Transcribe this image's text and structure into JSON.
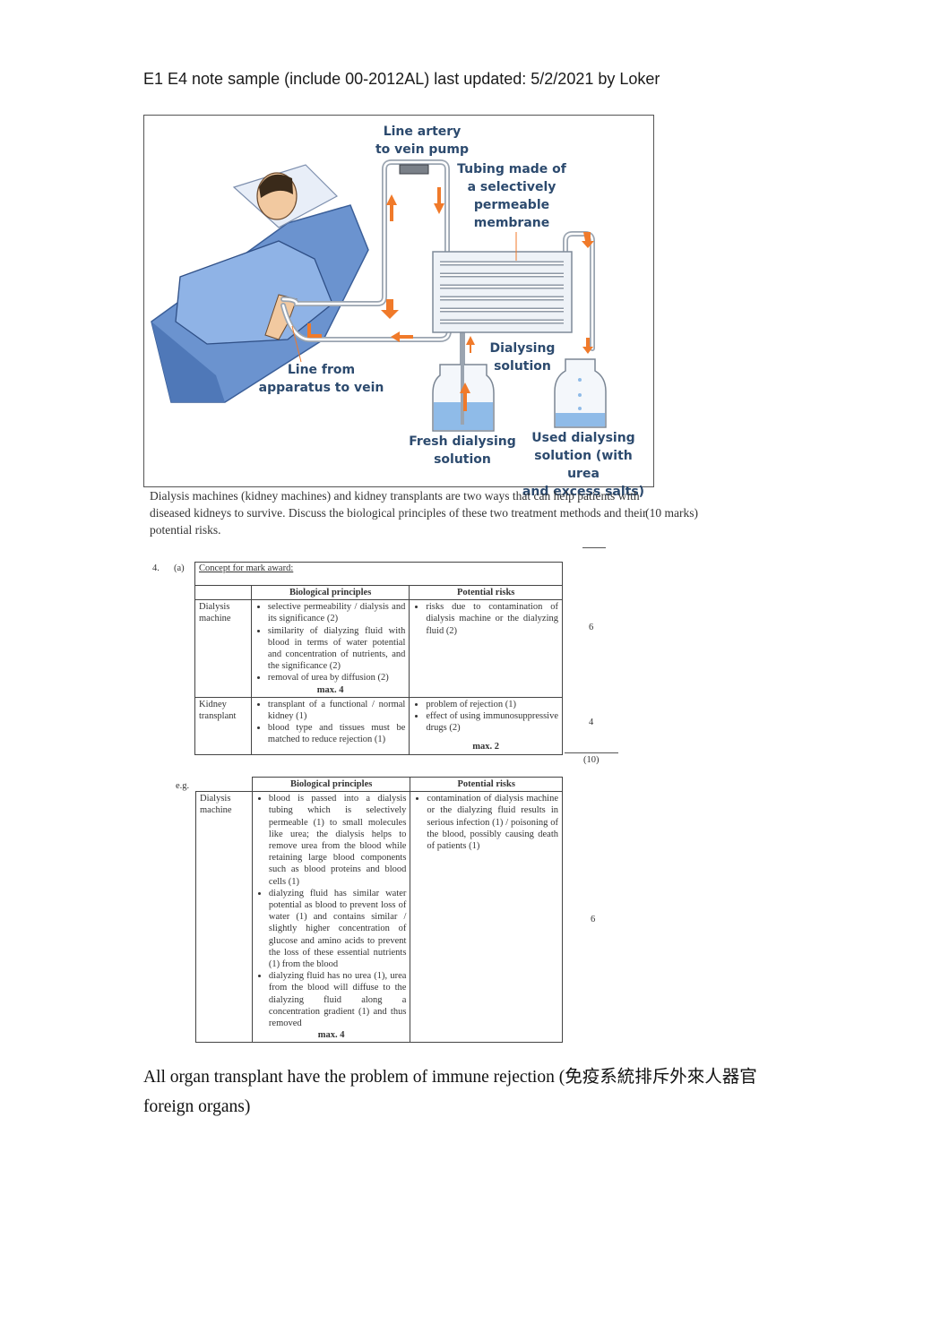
{
  "header": "E1 E4 note sample (include 00-2012AL) last updated: 5/2/2021 by Loker",
  "figure": {
    "labels": {
      "line_artery": "Line artery\nto vein pump",
      "tubing": "Tubing made of\na selectively\npermeable\nmembrane",
      "dialysing_solution": "Dialysing\nsolution",
      "line_from": "Line from\napparatus to vein",
      "fresh": "Fresh dialysing\nsolution",
      "used": "Used dialysing\nsolution (with urea\nand excess salts)"
    },
    "colors": {
      "arrow": "#f07a2a",
      "label": "#2c4a6e",
      "bed": "#6b93cf",
      "fluid": "#8fbbe8"
    }
  },
  "question": {
    "text": "Dialysis machines (kidney machines) and kidney transplants are two ways that can help patients with diseased kidneys to survive.  Discuss the biological principles of these two treatment methods and their potential risks.",
    "marks": "(10 marks)"
  },
  "answer_a": {
    "qnum": "4.",
    "part": "(a)",
    "concept": "Concept for mark award:",
    "head_principles": "Biological principles",
    "head_risks": "Potential risks",
    "rows": [
      {
        "label": "Dialysis machine",
        "principles": [
          "selective permeability / dialysis and its significance (2)",
          "similarity of dialyzing fluid with blood in terms of water potential and concentration of nutrients, and the significance (2)",
          "removal of urea by diffusion (2)"
        ],
        "principles_max": "max. 4",
        "risks": [
          "risks due to contamination of dialysis machine or the dialyzing fluid (2)"
        ],
        "risks_max": "",
        "mark": "6"
      },
      {
        "label": "Kidney transplant",
        "principles": [
          "transplant of a functional / normal kidney (1)",
          "blood type and tissues must be matched to reduce rejection (1)"
        ],
        "principles_max": "",
        "risks": [
          "problem of rejection (1)",
          "effect of using immunosuppressive drugs (2)"
        ],
        "risks_max": "max. 2",
        "mark": "4"
      }
    ],
    "total": "(10)"
  },
  "example": {
    "eg": "e.g.",
    "head_principles": "Biological principles",
    "head_risks": "Potential risks",
    "label": "Dialysis machine",
    "principles": [
      "blood is passed into a dialysis tubing which is selectively permeable (1) to small molecules like urea; the dialysis helps to remove urea from the blood while retaining large blood components such as blood proteins and blood cells (1)",
      "dialyzing fluid has similar water potential as blood to prevent loss of water (1) and contains similar / slightly higher concentration of glucose and amino acids to prevent the loss of these essential nutrients (1) from the blood",
      "dialyzing fluid has no urea (1), urea from the blood will diffuse to the dialyzing fluid along a concentration gradient (1) and thus removed"
    ],
    "principles_max": "max. 4",
    "risks": [
      "contamination of dialysis machine or the dialyzing fluid results in serious infection (1) / poisoning of the blood, possibly causing death of patients (1)"
    ],
    "mark": "6"
  },
  "footer": "All organ transplant have the problem of immune rejection (免疫系統排斥外來人器官  foreign organs)"
}
